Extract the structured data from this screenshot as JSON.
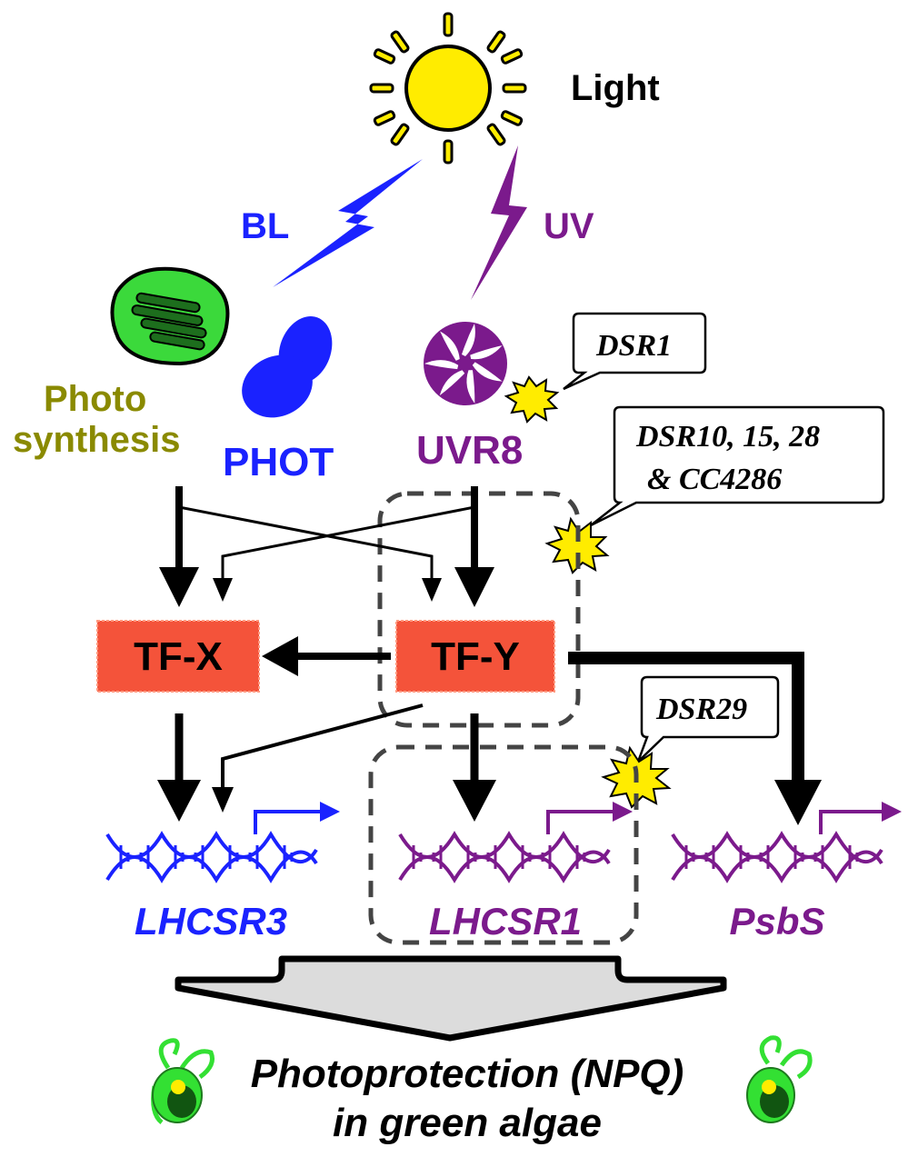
{
  "labels": {
    "light": "Light",
    "bl": "BL",
    "uv": "UV",
    "photosynthesis_line1": "Photo",
    "photosynthesis_line2": "synthesis",
    "phot": "PHOT",
    "uvr8": "UVR8",
    "tf_x": "TF-X",
    "tf_y": "TF-Y",
    "dsr1": "DSR1",
    "dsr10_line1": "DSR10, 15, 28",
    "dsr10_line2": "& CC4286",
    "dsr29": "DSR29",
    "gene_lhcsr3": "LHCSR3",
    "gene_lhcsr1": "LHCSR1",
    "gene_psbs": "PsbS",
    "outcome_line1": "Photoprotection (NPQ)",
    "outcome_line2": "in green algae"
  },
  "colors": {
    "sun": "#ffec00",
    "blue_light": "#1a22ff",
    "uv": "#7b1a8c",
    "photosynthesis": "#8a8a00",
    "chloroplast": "#3bd93b",
    "tf_box": "#f4533a",
    "burst": "#ffec00",
    "funnel": "#dcdcdc",
    "alga": "#33e033"
  }
}
